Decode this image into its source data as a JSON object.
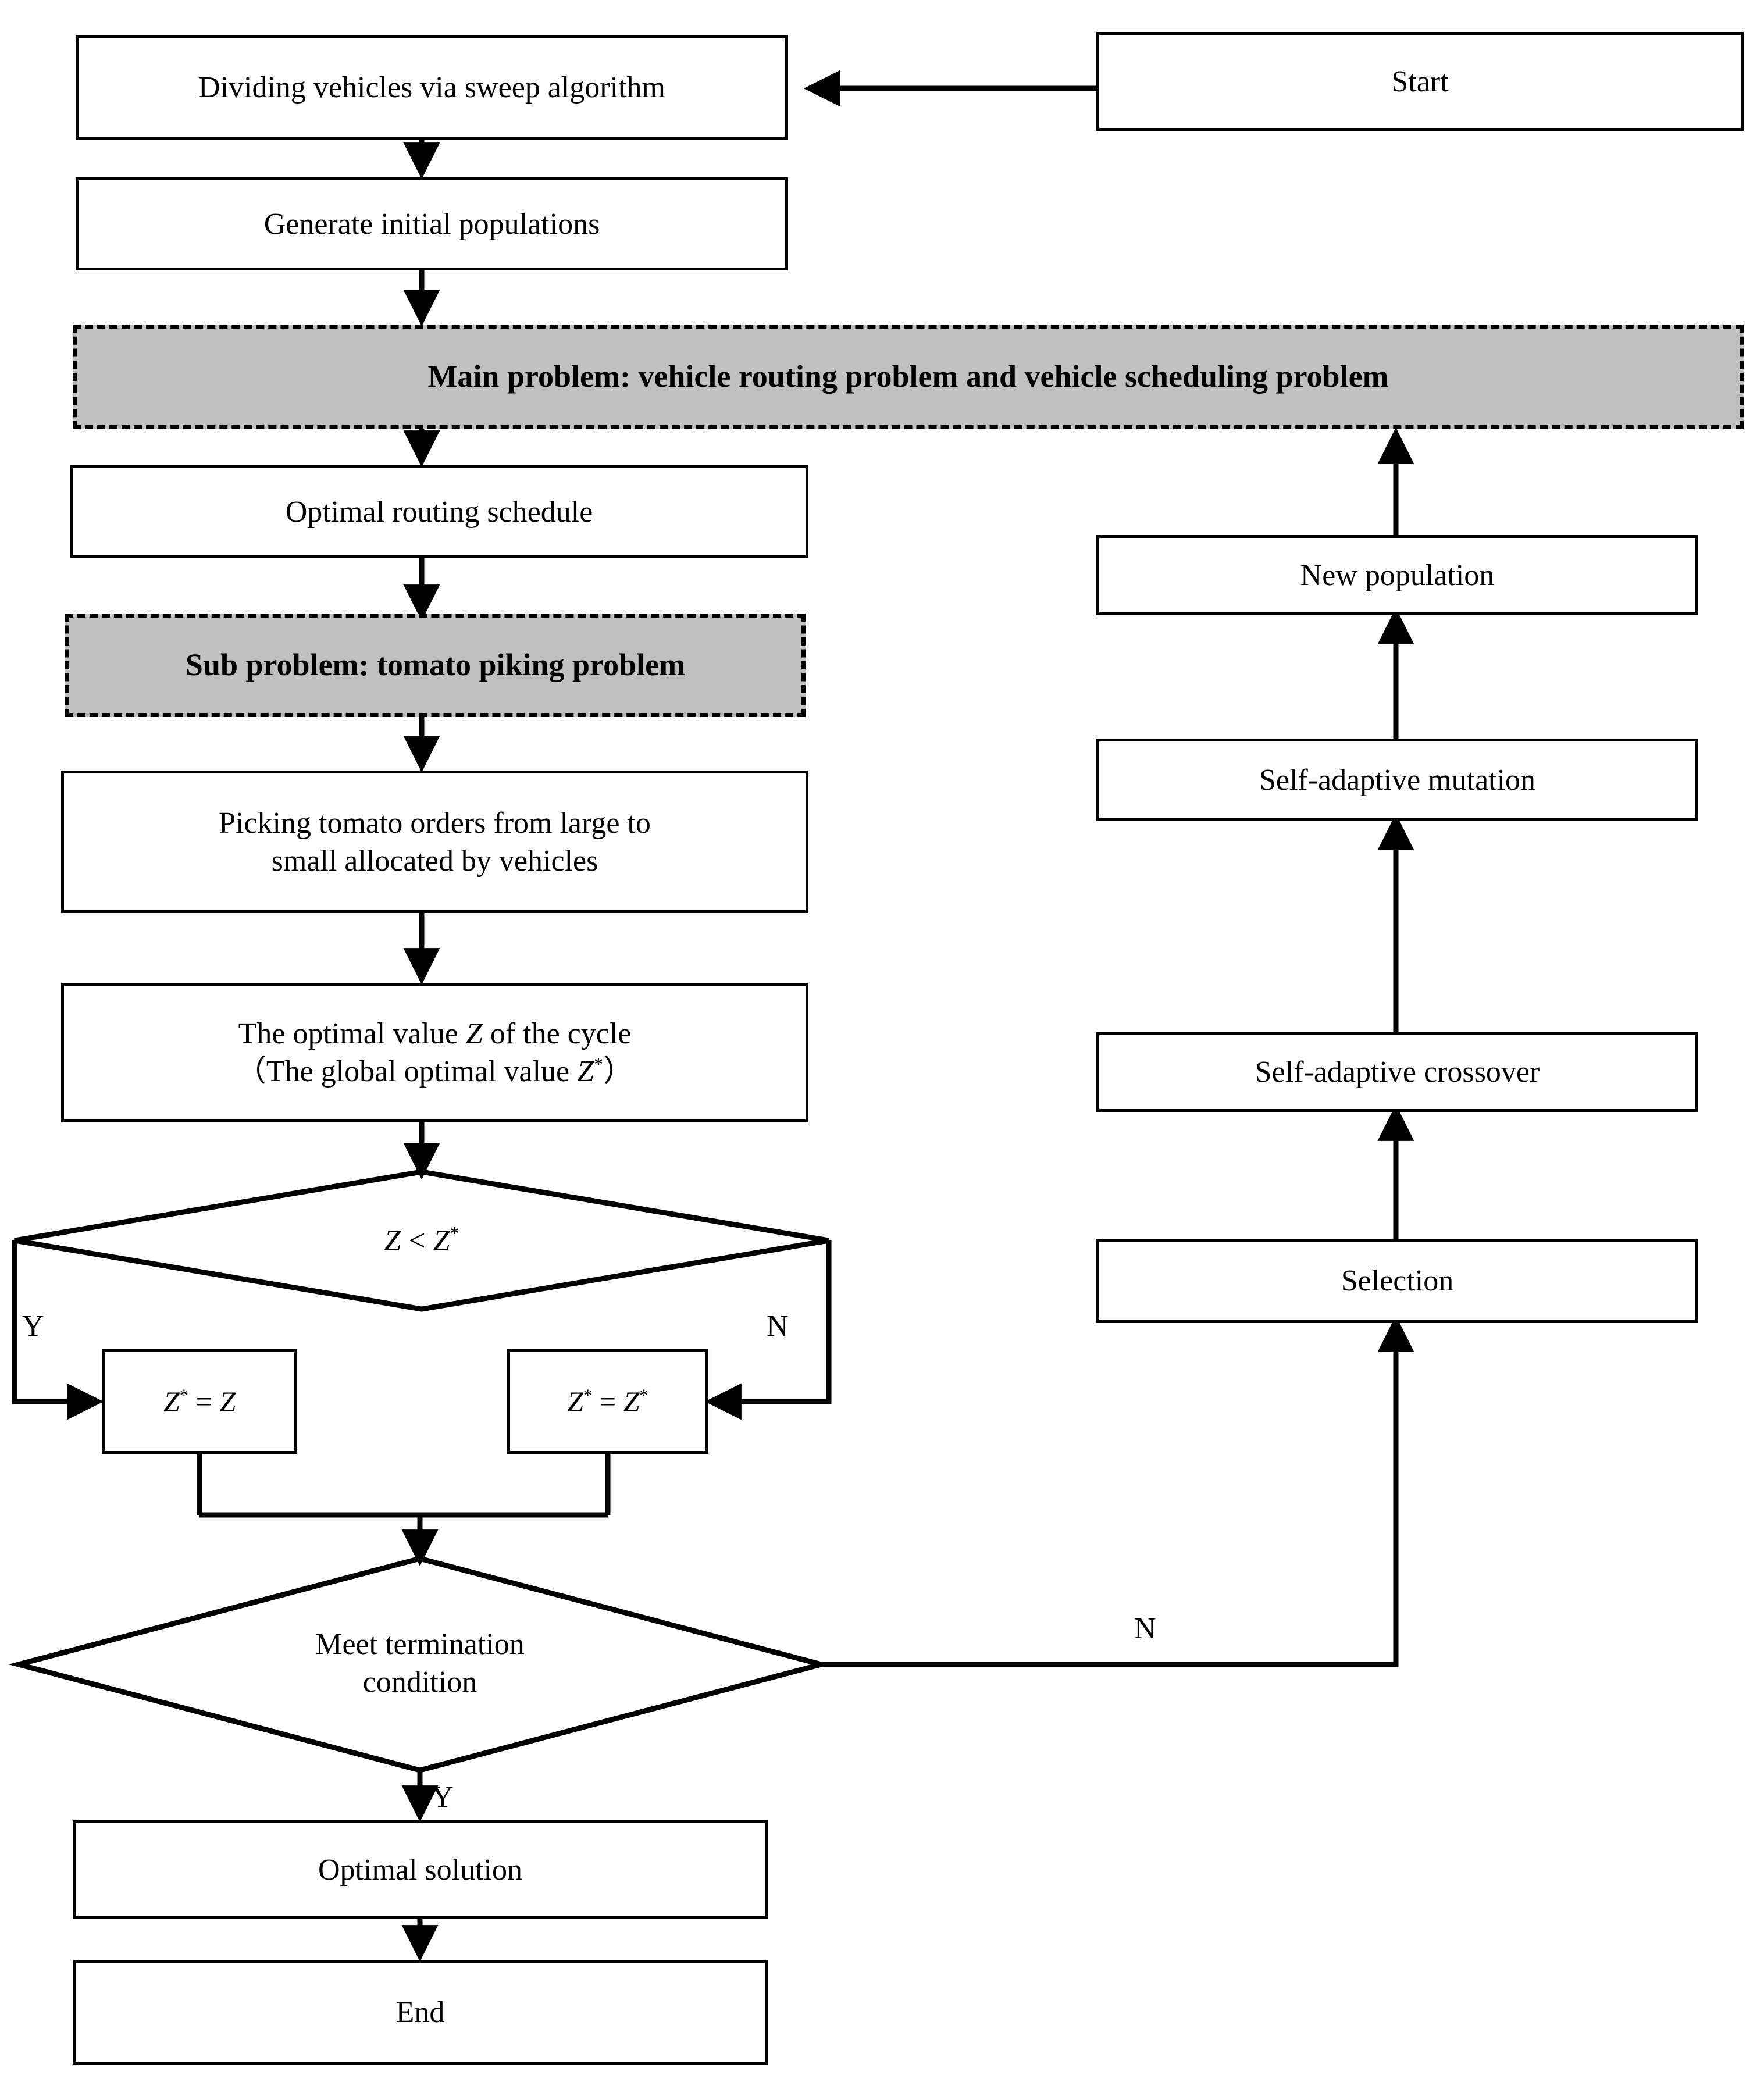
{
  "diagram": {
    "title": "Hybrid algorithm flowchart for vehicle routing, scheduling and tomato picking",
    "fill_emphasis": "#c0c0c0",
    "stroke": "#000000",
    "background": "#ffffff"
  },
  "nodes": {
    "start": "Start",
    "dividing": "Dividing vehicles via sweep algorithm",
    "generate": "Generate initial populations",
    "main_problem": "Main problem: vehicle routing problem and vehicle scheduling problem",
    "optimal_routing": "Optimal routing schedule",
    "sub_problem": "Sub problem: tomato piking problem",
    "picking_line1": "Picking tomato orders from large to",
    "picking_line2": "small allocated by vehicles",
    "optimal_value_line1_a": "The optimal value ",
    "optimal_value_line1_z": "Z",
    "optimal_value_line1_b": " of the cycle",
    "optimal_value_line2_a": "（The global optimal value  ",
    "optimal_value_line2_z": "Z",
    "optimal_value_line2_star": "*",
    "optimal_value_line2_b": "）",
    "decision_compare_z": "Z",
    "decision_compare_op": " < ",
    "decision_compare_zstar": "Z",
    "decision_compare_star": "*",
    "assign_yes_lhs": "Z",
    "assign_yes_lhs_star": "*",
    "assign_yes_eq": " = ",
    "assign_yes_rhs": "Z",
    "assign_no_lhs": "Z",
    "assign_no_lhs_star": "*",
    "assign_no_eq": " = ",
    "assign_no_rhs": "Z",
    "assign_no_rhs_star": "*",
    "termination_line1": "Meet termination",
    "termination_line2": "condition",
    "optimal_solution": "Optimal solution",
    "end": "End",
    "new_population": "New population",
    "self_adaptive_mutation": "Self-adaptive mutation",
    "self_adaptive_crossover": "Self-adaptive crossover",
    "selection": "Selection"
  },
  "edge_labels": {
    "compare_yes": "Y",
    "compare_no": "N",
    "termination_no": "N",
    "termination_yes": "Y"
  }
}
